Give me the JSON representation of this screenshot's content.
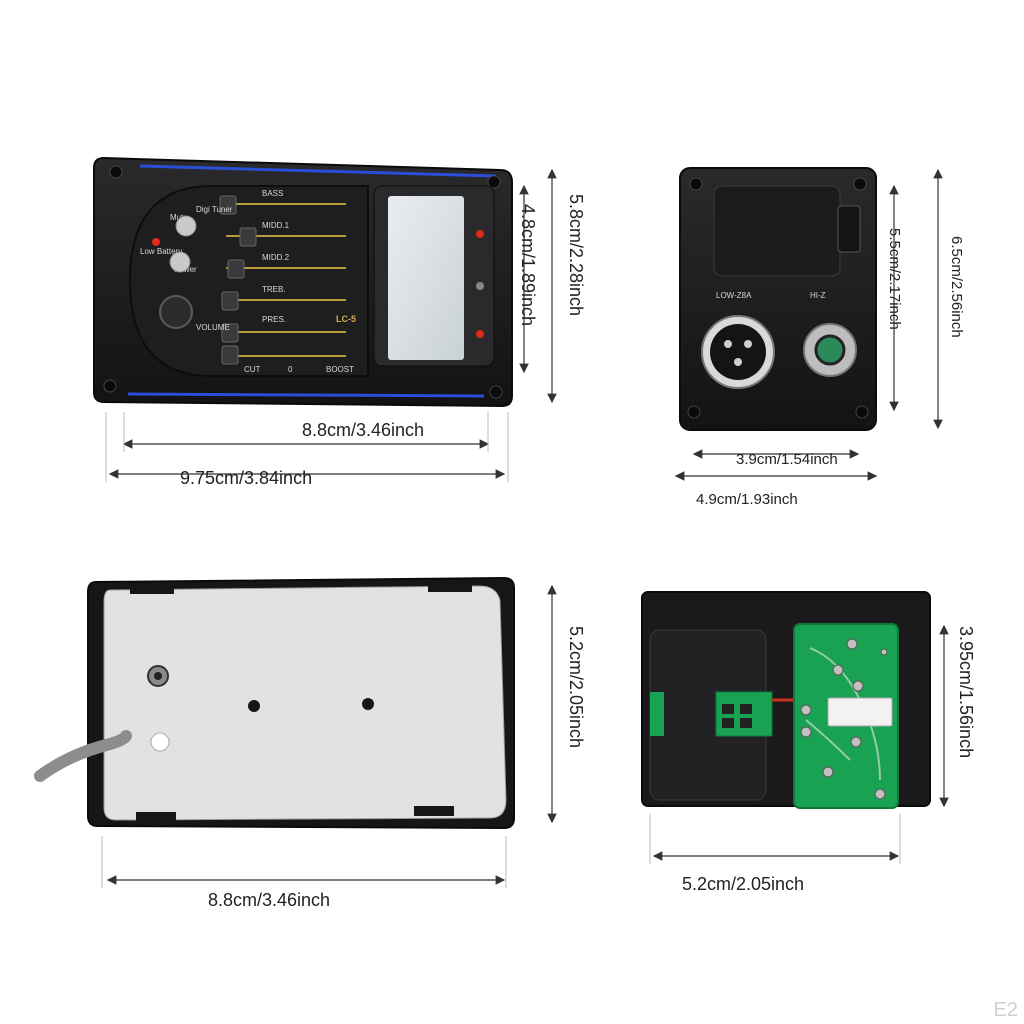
{
  "panel1": {
    "width_label": "8.8cm/3.46inch",
    "overall_width_label": "9.75cm/3.84inch",
    "height_label": "4.8cm/1.89inch",
    "overall_height_label": "5.8cm/2.28inch",
    "controls": {
      "bass": "BASS",
      "middle1": "MIDD.1",
      "middle2": "MIDD.2",
      "treble": "TREB.",
      "presence": "PRES.",
      "volume": "VOLUME",
      "tuner": "Digi Tuner",
      "mute": "Mute",
      "power": "Power",
      "low_battery": "Low Battery",
      "model": "LC-5",
      "boost": "BOOST",
      "cut": "CUT",
      "zero": "0"
    }
  },
  "panel2": {
    "inner_width_label": "3.9cm/1.54inch",
    "overall_width_label": "4.9cm/1.93inch",
    "inner_height_label": "5.5cm/2.17inch",
    "overall_height_label": "6.5cm/2.56inch",
    "output_labels": {
      "low_z": "LOW-Z8A",
      "hi_z": "HI-Z"
    }
  },
  "panel3": {
    "width_label": "8.8cm/3.46inch",
    "height_label": "5.2cm/2.05inch"
  },
  "panel4": {
    "width_label": "5.2cm/2.05inch",
    "height_label": "3.95cm/1.56inch"
  },
  "watermark": "E2",
  "colors": {
    "body": "#1b1b1d",
    "accent_blue": "#2a4fd6",
    "led_red": "#e02a1a",
    "pcb_green": "#1aa253",
    "backplate": "#e2e2e4"
  }
}
